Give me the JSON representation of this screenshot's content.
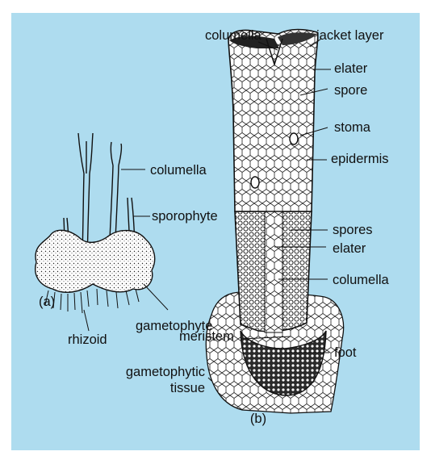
{
  "colors": {
    "background": "#aedcef",
    "ink": "#111111",
    "paper": "#ffffff"
  },
  "part_a": {
    "tag": "(a)",
    "labels": {
      "columella": "columella",
      "sporophyte": "sporophyte",
      "gametophyte": "gametophyte",
      "rhizoid": "rhizoid"
    }
  },
  "part_b": {
    "tag": "(b)",
    "labels": {
      "columella_top": "columella",
      "jacket_layer": "jacket layer",
      "elater_top": "elater",
      "spore": "spore",
      "stoma": "stoma",
      "epidermis": "epidermis",
      "spores": "spores",
      "elater_mid": "elater",
      "columella_mid": "columella",
      "meristem": "meristem",
      "foot": "foot",
      "gametophytic_tissue_line1": "gametophytic",
      "gametophytic_tissue_line2": "tissue"
    }
  }
}
